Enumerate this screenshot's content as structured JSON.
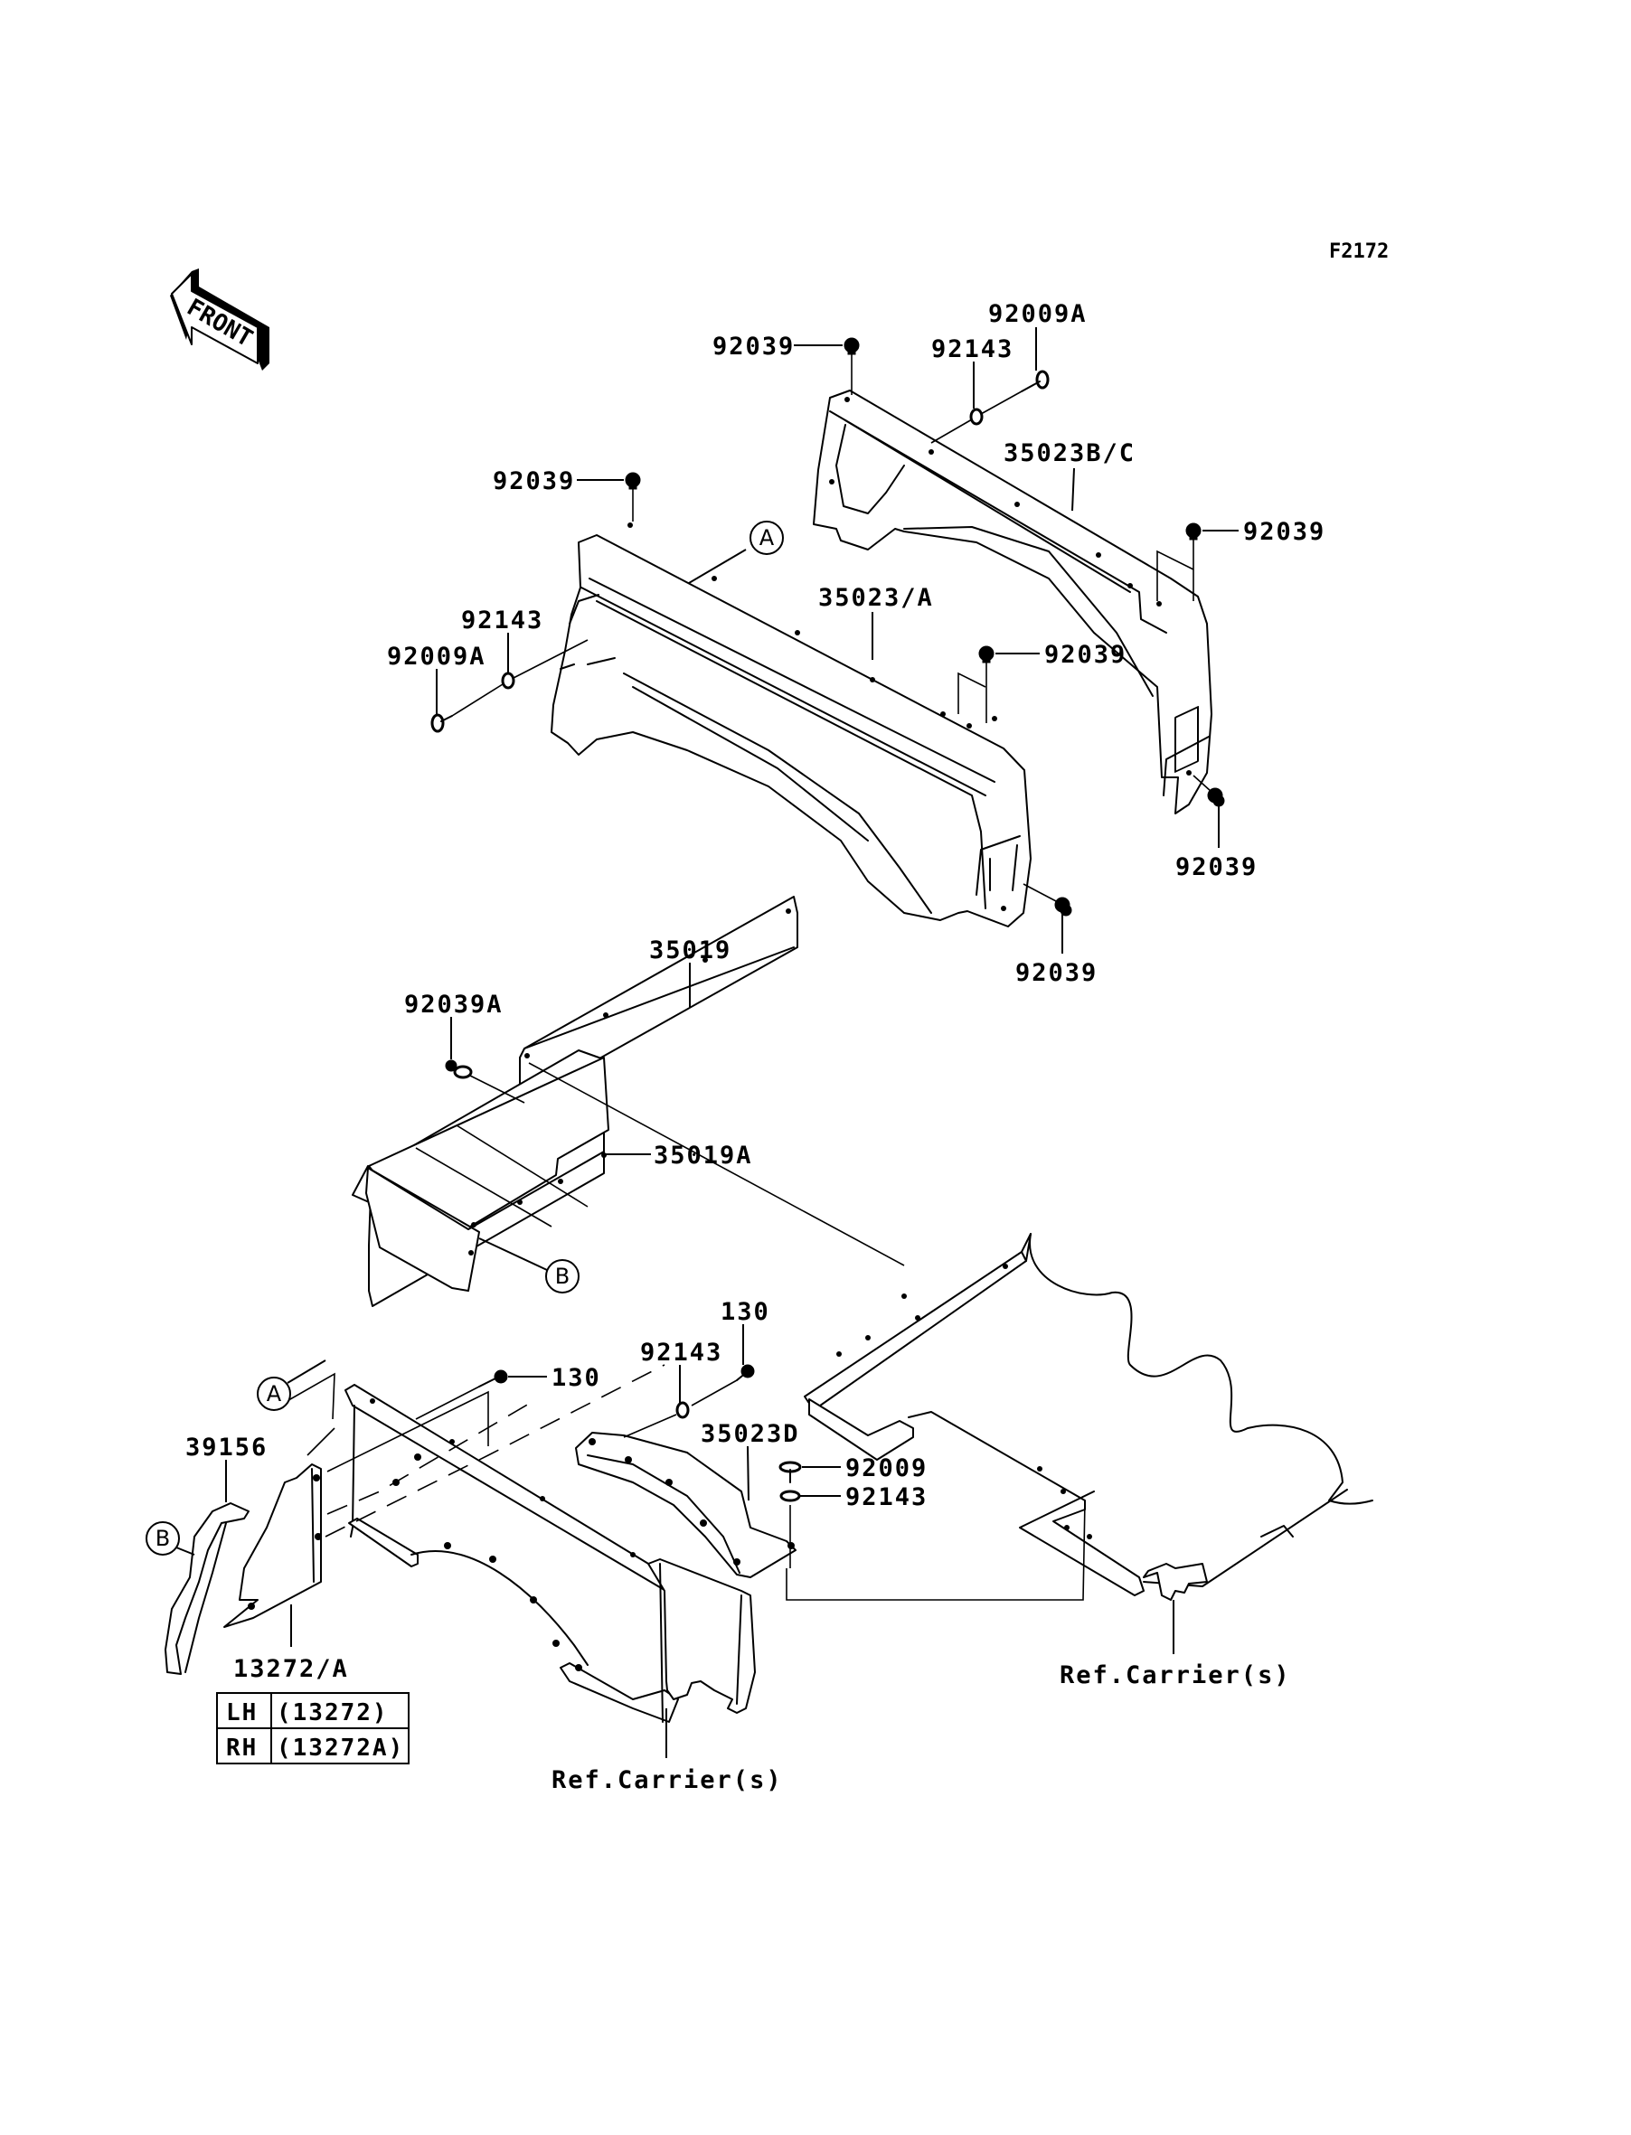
{
  "figure": {
    "id": "F2172",
    "front_indicator": "FRONT"
  },
  "callouts": {
    "a": "A",
    "b": "B"
  },
  "labels": {
    "fender_left_part": "35023/A",
    "fender_right_part": "35023B/C",
    "rear_fender": "35023D",
    "bolt_flange": "92039",
    "bolt_flange_a": "92039A",
    "screw": "92009",
    "screw_a": "92009A",
    "washer": "92143",
    "bolt_130": "130",
    "cover_35019": "35019",
    "cover_35019a": "35019A",
    "seal": "39156",
    "guard": "13272/A",
    "ref_carrier": "Ref.Carrier(s)"
  },
  "side_table": {
    "rows": [
      {
        "side": "LH",
        "part": "(13272)"
      },
      {
        "side": "RH",
        "part": "(13272A)"
      }
    ]
  }
}
